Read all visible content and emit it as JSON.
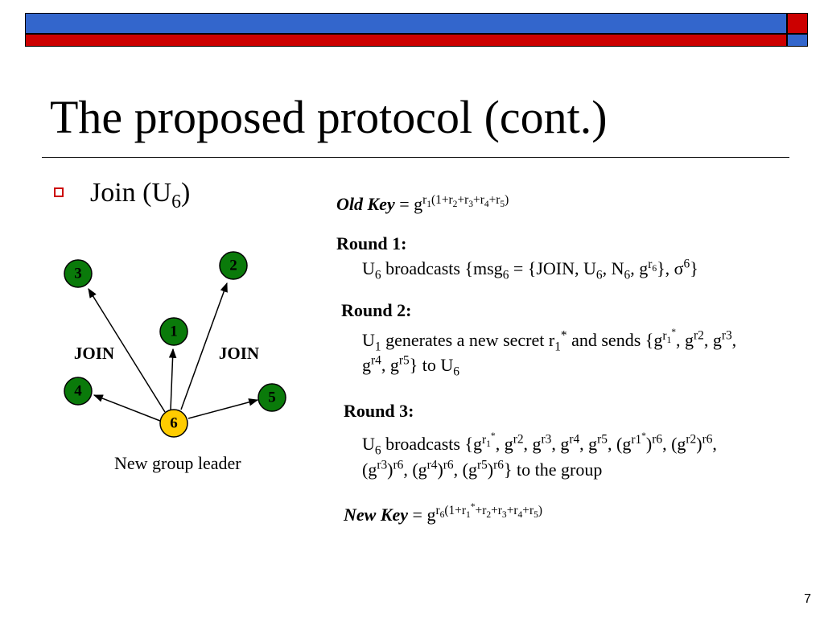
{
  "slide": {
    "title": "The proposed protocol (cont.)",
    "page_number": "7",
    "bullet": {
      "main": "Join (U",
      "sub": "6",
      "close": ")"
    }
  },
  "diagram": {
    "nodes": [
      {
        "label": "1",
        "color": "#0a7a0a"
      },
      {
        "label": "2",
        "color": "#0a7a0a"
      },
      {
        "label": "3",
        "color": "#0a7a0a"
      },
      {
        "label": "4",
        "color": "#0a7a0a"
      },
      {
        "label": "5",
        "color": "#0a7a0a"
      },
      {
        "label": "6",
        "color": "#ffcc00"
      }
    ],
    "join_label_left": "JOIN",
    "join_label_right": "JOIN",
    "caption": "New group leader"
  },
  "protocol": {
    "old_key_label": "Old Key",
    "round1_label": "Round 1:",
    "round2_label": "Round 2:",
    "round3_label": "Round 3:",
    "new_key_label": "New Key"
  },
  "colors": {
    "header_blue": "#3366cc",
    "header_red": "#cc0000",
    "node_green": "#0a7a0a",
    "leader_yellow": "#ffcc00"
  }
}
